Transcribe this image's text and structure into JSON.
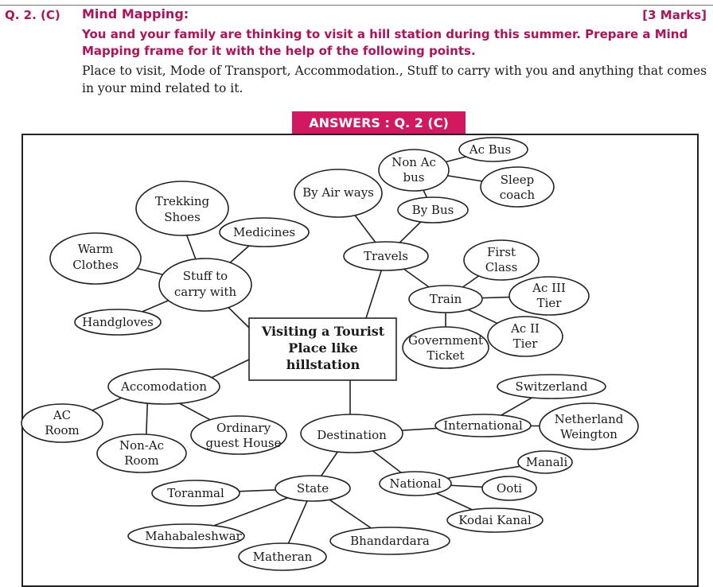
{
  "question": {
    "number": "Q. 2. (C)",
    "title": "Mind Mapping:",
    "marks": "[3 Marks]",
    "prompt": "You and your family are thinking to visit a hill station during this summer. Prepare a Mind Mapping frame for it with the help of the following points.",
    "points": "Place to visit, Mode of Transport, Accommodation., Stuff to carry with you and anything that comes in your mind related to it."
  },
  "answer_banner": "ANSWERS : Q. 2 (C)",
  "mindmap": {
    "center": [
      "Visiting a Tourist",
      "Place like",
      "hillstation"
    ],
    "stuff": {
      "hub": [
        "Stuff to",
        "carry with"
      ],
      "trekking": [
        "Trekking",
        "Shoes"
      ],
      "medicines": [
        "Medicines"
      ],
      "warm": [
        "Warm",
        "Clothes"
      ],
      "handgloves": [
        "Handgloves"
      ]
    },
    "travels": {
      "hub": [
        "Travels"
      ],
      "air": [
        "By Air ways"
      ],
      "bus": [
        "By Bus"
      ],
      "nonac": [
        "Non Ac",
        "bus"
      ],
      "acbus": [
        "Ac Bus"
      ],
      "sleep": [
        "Sleep",
        "coach"
      ],
      "train": [
        "Train"
      ],
      "first": [
        "First",
        "Class"
      ],
      "ac3": [
        "Ac III",
        "Tier"
      ],
      "ac2": [
        "Ac II",
        "Tier"
      ],
      "govt": [
        "Government",
        "Ticket"
      ]
    },
    "accom": {
      "hub": [
        "Accomodation"
      ],
      "acroom": [
        "AC",
        "Room"
      ],
      "nonac": [
        "Non-Ac",
        "Room"
      ],
      "ordinary": [
        "Ordinary",
        "guest House"
      ]
    },
    "dest": {
      "hub": [
        "Destination"
      ],
      "intl": [
        "International"
      ],
      "swiss": [
        "Switzerland"
      ],
      "neth": [
        "Netherland",
        "Weington"
      ],
      "national": [
        "National"
      ],
      "manali": [
        "Manali"
      ],
      "ooti": [
        "Ooti"
      ],
      "kodai": [
        "Kodai Kanal"
      ],
      "state": [
        "State"
      ],
      "toranmal": [
        "Toranmal"
      ],
      "mahab": [
        "Mahabaleshwar"
      ],
      "matheran": [
        "Matheran"
      ],
      "bhand": [
        "Bhandardara"
      ]
    }
  }
}
